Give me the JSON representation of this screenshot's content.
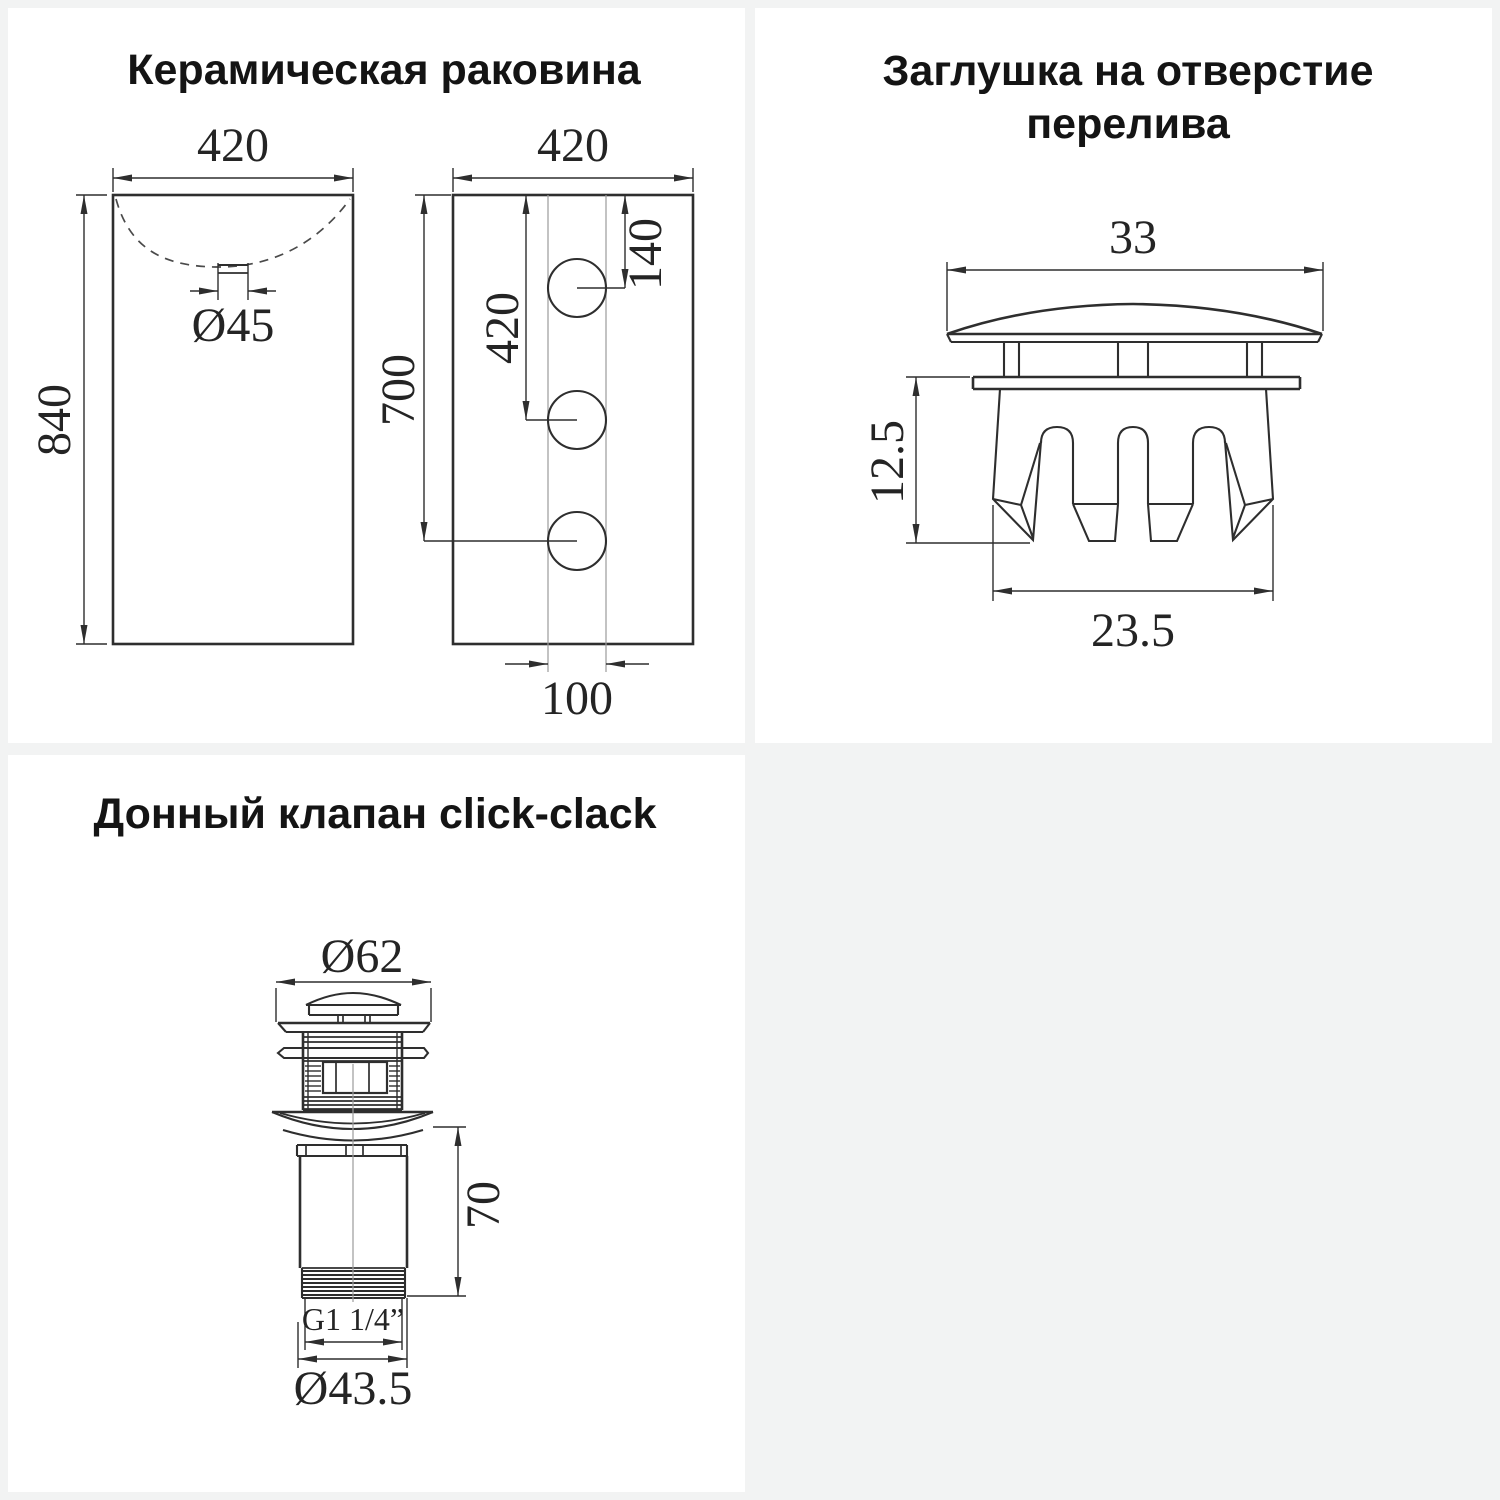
{
  "colors": {
    "page_background": "#f2f3f3",
    "card_background": "#ffffff",
    "drawing_line": "#2e2e2e",
    "construction_line": "#9b9b9b"
  },
  "sink": {
    "title": "Керамическая раковина",
    "front": {
      "width": "420",
      "height": "840",
      "drain_diameter": "Ø45"
    },
    "side": {
      "width": "420",
      "bottom_hole_distance": "700",
      "middle_hole_distance": "420",
      "top_hole_distance": "140",
      "hole_offset": "100"
    }
  },
  "plug": {
    "title_line1": "Заглушка на отверстие",
    "title_line2": "перелива",
    "cap_width": "33",
    "clip_height": "12.5",
    "clip_width": "23.5"
  },
  "valve": {
    "title": "Донный клапан click-clack",
    "cap_diameter": "Ø62",
    "tail_length": "70",
    "thread_size": "G1 1/4”",
    "thread_diameter": "Ø43.5"
  }
}
